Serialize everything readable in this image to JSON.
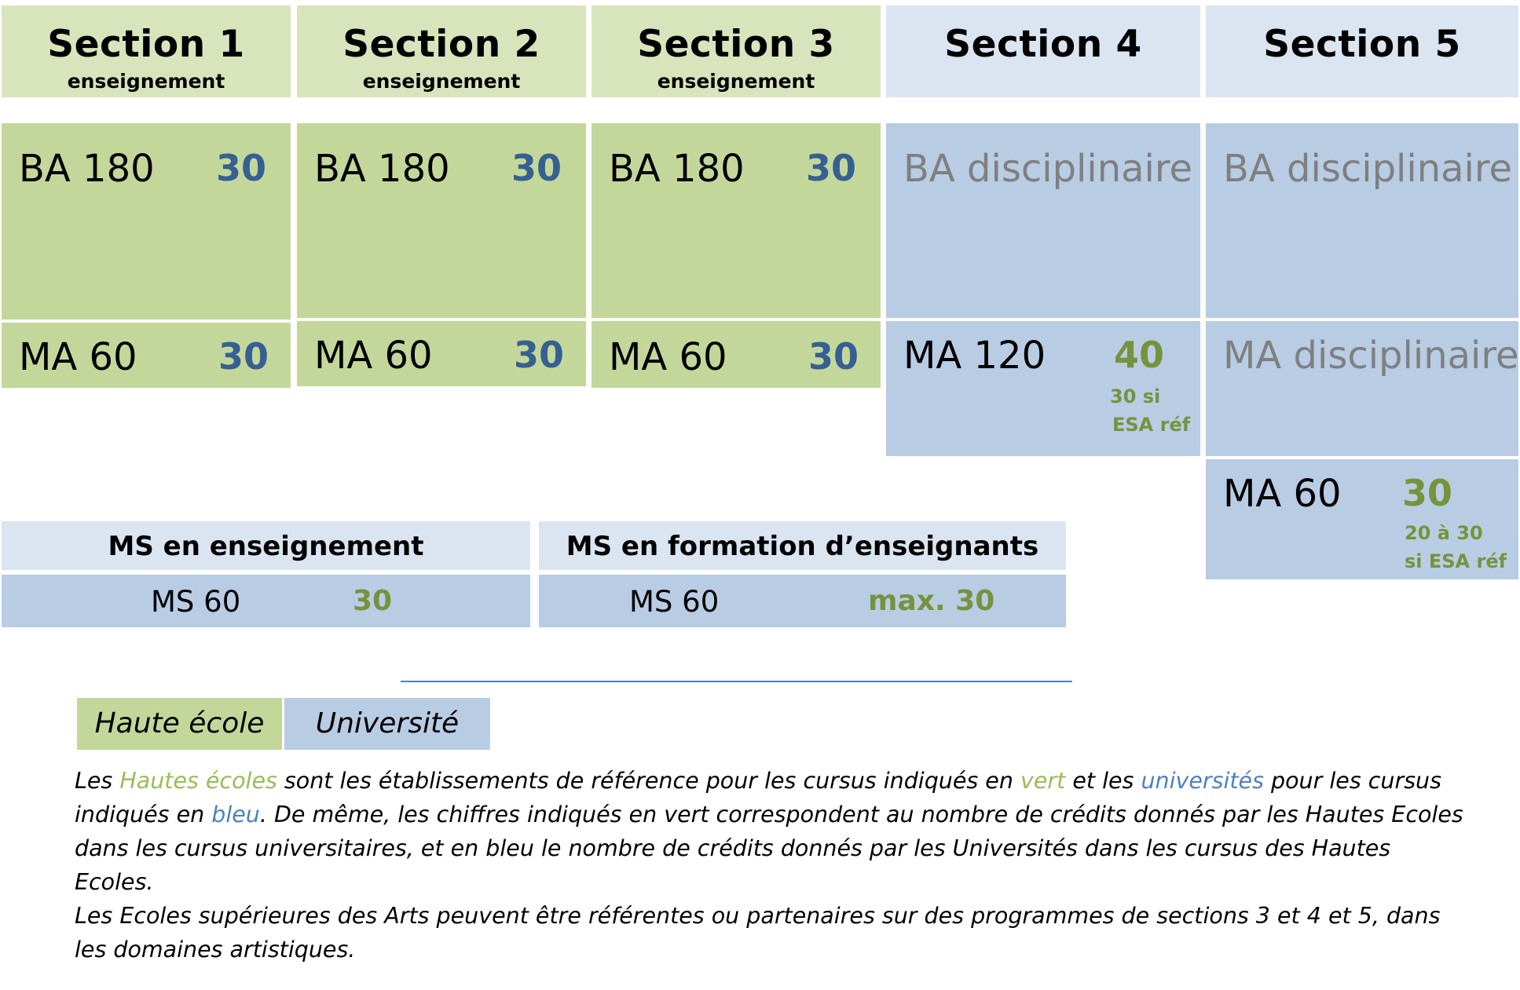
{
  "sections": [
    {
      "title": "Section 1",
      "subtitle": "enseignement"
    },
    {
      "title": "Section 2",
      "subtitle": "enseignement"
    },
    {
      "title": "Section 3",
      "subtitle": "enseignement"
    },
    {
      "title": "Section 4",
      "subtitle": ""
    },
    {
      "title": "Section 5",
      "subtitle": ""
    }
  ],
  "bachelor": [
    {
      "program": "BA 180",
      "credits": "30"
    },
    {
      "program": "BA 180",
      "credits": "30"
    },
    {
      "program": "BA 180",
      "credits": "30"
    },
    {
      "program": "BA disciplinaire",
      "credits": ""
    },
    {
      "program": "BA disciplinaire",
      "credits": ""
    }
  ],
  "master": [
    {
      "program": "MA 60",
      "credits": "30"
    },
    {
      "program": "MA 60",
      "credits": "30"
    },
    {
      "program": "MA 60",
      "credits": "30"
    },
    {
      "program": "MA 120",
      "credits": "40",
      "note_line1": "30 si",
      "note_line2": "ESA réf"
    },
    {
      "program": "MA disciplinaire",
      "credits": ""
    }
  ],
  "section5_extra": {
    "program": "MA 60",
    "credits": "30",
    "note_line1": "20 à 30",
    "note_line2": "si ESA réf"
  },
  "ms": [
    {
      "header": "MS en enseignement",
      "program": "MS 60",
      "credits": "30"
    },
    {
      "header": "MS en formation d’enseignants",
      "program": "MS 60",
      "credits": "max. 30"
    }
  ],
  "legend": {
    "haute_ecole": "Haute école",
    "universite": "Université"
  },
  "caption": {
    "p1_a": "Les ",
    "p1_hautes": "Hautes écoles",
    "p1_b": " sont les établissements de référence pour les cursus indiqués en ",
    "p1_vert": "vert",
    "p1_c": " et les ",
    "p1_univ": "universités",
    "p1_d": " pour les cursus indiqués en ",
    "p1_bleu": "bleu",
    "p1_e": ". De même, les chiffres indiqués en vert correspondent au nombre de crédits donnés par les Hautes Ecoles dans les cursus universitaires, et en bleu le nombre de crédits donnés par les Universités dans les cursus des Hautes Ecoles.",
    "p2": "Les Ecoles supérieures des Arts peuvent être référentes ou partenaires sur des programmes de sections 3 et 4 et 5, dans les domaines artistiques."
  },
  "colors": {
    "hautes_ecoles_green": "#9bbb59",
    "universites_blue": "#4f81bd",
    "credit_blue": "#366092",
    "credit_green": "#76933c"
  }
}
